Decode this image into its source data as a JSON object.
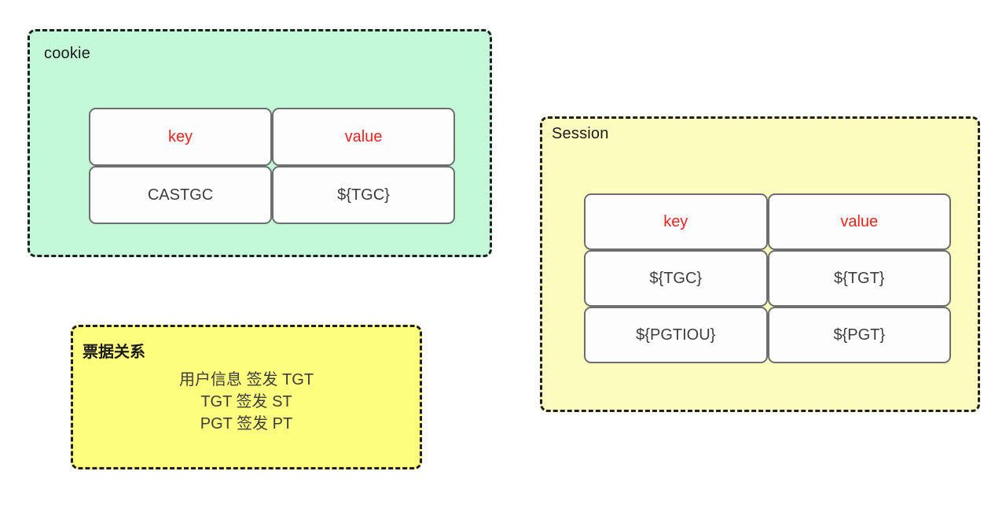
{
  "colors": {
    "page_background": "#ffffff",
    "cookie_box_fill": "#c3f9d8",
    "session_box_fill": "#fcfcbe",
    "ticket_box_fill": "#fdfd7e",
    "box_border": "#1f1f1f",
    "cell_fill": "#fdfdfd",
    "cell_border": "#6e6e6e",
    "header_text_red": "#ee231f",
    "body_text": "#3d3d3d"
  },
  "cookie_box": {
    "label": "cookie",
    "table": {
      "headers": [
        "key",
        "value"
      ],
      "rows": [
        [
          "CASTGC",
          "${TGC}"
        ]
      ]
    }
  },
  "session_box": {
    "label": "Session",
    "table": {
      "headers": [
        "key",
        "value"
      ],
      "rows": [
        [
          "${TGC}",
          "${TGT}"
        ],
        [
          "${PGTIOU}",
          "${PGT}"
        ]
      ]
    }
  },
  "ticket_box": {
    "title": "票据关系",
    "lines": [
      "用户信息 签发 TGT",
      "TGT 签发 ST",
      "PGT 签发 PT"
    ]
  }
}
